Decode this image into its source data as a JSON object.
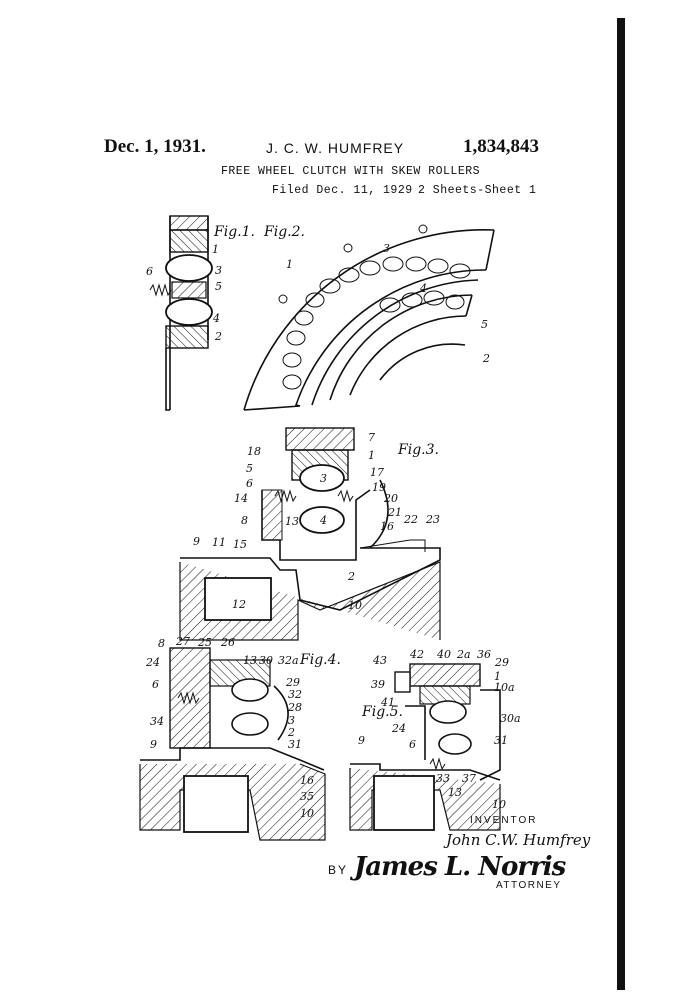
{
  "header": {
    "date": "Dec. 1, 1931.",
    "inventor_name": "J. C. W. HUMFREY",
    "patent_number": "1,834,843",
    "title": "FREE WHEEL CLUTCH WITH SKEW ROLLERS",
    "filed": "Filed Dec. 11, 1929",
    "sheets": "2 Sheets-Sheet  1"
  },
  "figure_labels": {
    "fig1": "Fig.1.",
    "fig2": "Fig.2.",
    "fig3": "Fig.3.",
    "fig4": "Fig.4.",
    "fig5": "Fig.5."
  },
  "reference_numerals": {
    "fig1": [
      "1",
      "3",
      "5",
      "6",
      "4",
      "2"
    ],
    "fig2": [
      "1",
      "3",
      "4",
      "5",
      "2"
    ],
    "fig3": [
      "18",
      "7",
      "1",
      "5",
      "17",
      "6",
      "3",
      "19",
      "14",
      "20",
      "21",
      "8",
      "13",
      "4",
      "16",
      "22",
      "23",
      "9",
      "11",
      "15",
      "2",
      "10",
      "12"
    ],
    "fig4": [
      "8",
      "27",
      "25",
      "26",
      "24",
      "13",
      "30",
      "32a",
      "6",
      "29",
      "32",
      "28",
      "34",
      "3",
      "2",
      "31",
      "9",
      "16",
      "35",
      "10"
    ],
    "fig5": [
      "43",
      "42",
      "40",
      "2a",
      "36",
      "29",
      "39",
      "1",
      "10a",
      "41",
      "30a",
      "24",
      "9",
      "6",
      "31",
      "33",
      "37",
      "13",
      "10"
    ]
  },
  "signature_block": {
    "inventor_label": "INVENTOR",
    "inventor_signature": "John C.W. Humfrey",
    "by_label": "BY",
    "attorney_signature": "James L. Norris",
    "attorney_label": "ATTORNEY"
  }
}
